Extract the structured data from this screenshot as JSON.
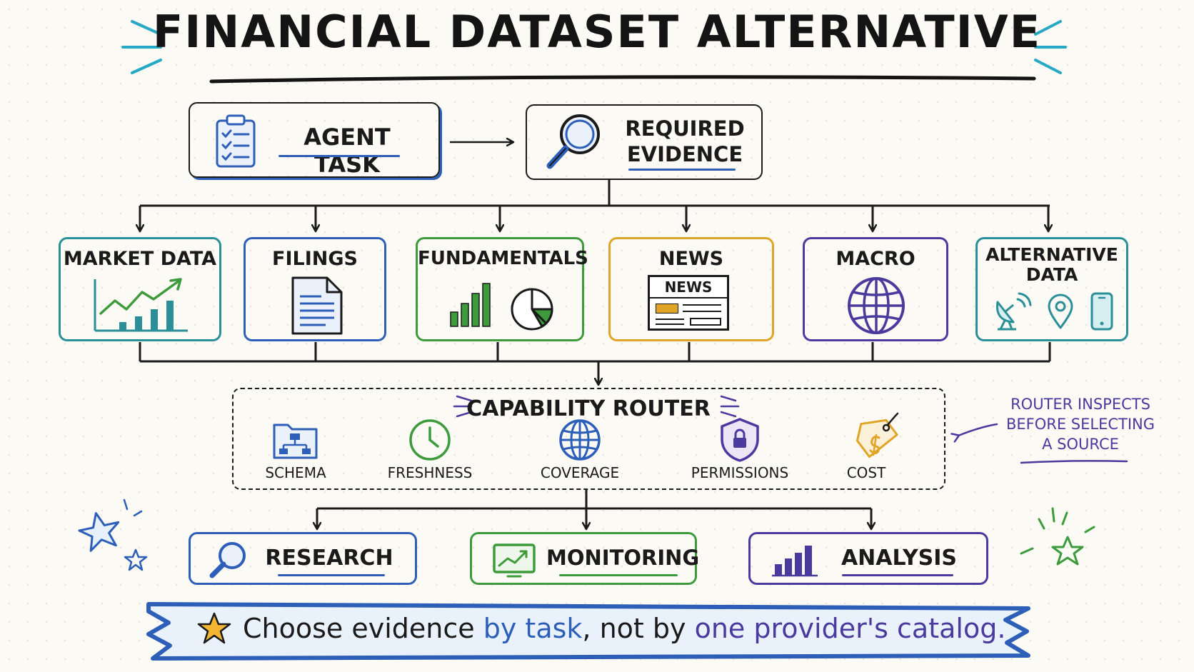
{
  "title": "FINANCIAL DATASET ALTERNATIVE",
  "top_flow": {
    "agent_task": "AGENT TASK",
    "required_evidence_line1": "REQUIRED",
    "required_evidence_line2": "EVIDENCE"
  },
  "sources": [
    {
      "label": "MARKET DATA",
      "color": "#2a8f98"
    },
    {
      "label": "FILINGS",
      "color": "#2d5fb8"
    },
    {
      "label": "FUNDAMENTALS",
      "color": "#3d9b3c"
    },
    {
      "label": "NEWS",
      "color": "#e0a526",
      "inner_label": "NEWS"
    },
    {
      "label": "MACRO",
      "color": "#4a3a9e"
    },
    {
      "label": "ALTERNATIVE",
      "label2": "DATA",
      "color": "#2a8f98"
    }
  ],
  "router": {
    "title": "CAPABILITY ROUTER",
    "items": [
      "SCHEMA",
      "FRESHNESS",
      "COVERAGE",
      "PERMISSIONS",
      "COST"
    ]
  },
  "note": {
    "line1": "ROUTER INSPECTS",
    "line2": "BEFORE SELECTING",
    "line3": "A SOURCE"
  },
  "outcomes": [
    {
      "label": "RESEARCH",
      "color": "#2d5fb8"
    },
    {
      "label": "MONITORING",
      "color": "#3d9b3c"
    },
    {
      "label": "ANALYSIS",
      "color": "#4a3a9e"
    }
  ],
  "banner": {
    "part1": "Choose evidence ",
    "part2": "by task",
    "part3": ", not by ",
    "part4": "one provider's catalog."
  },
  "colors": {
    "ink": "#1a1a1a",
    "blue": "#2d5fb8",
    "teal": "#2a8f98",
    "green": "#3d9b3c",
    "yellow": "#e0a526",
    "purple": "#4a3a9e",
    "cyan": "#27a8c4"
  }
}
